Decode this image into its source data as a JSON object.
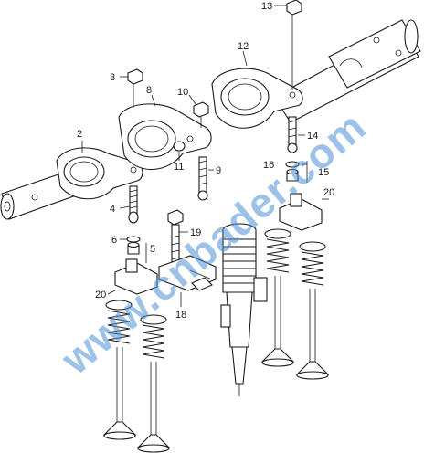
{
  "diagram": {
    "watermark": "www.cnbader.com",
    "callouts": [
      {
        "id": "c2",
        "text": "2"
      },
      {
        "id": "c3",
        "text": "3"
      },
      {
        "id": "c4",
        "text": "4"
      },
      {
        "id": "c5",
        "text": "5"
      },
      {
        "id": "c6",
        "text": "6"
      },
      {
        "id": "c8",
        "text": "8"
      },
      {
        "id": "c9",
        "text": "9"
      },
      {
        "id": "c10",
        "text": "10"
      },
      {
        "id": "c11",
        "text": "11"
      },
      {
        "id": "c12",
        "text": "12"
      },
      {
        "id": "c13",
        "text": "13"
      },
      {
        "id": "c14",
        "text": "14"
      },
      {
        "id": "c15",
        "text": "15"
      },
      {
        "id": "c16",
        "text": "16"
      },
      {
        "id": "c18",
        "text": "18"
      },
      {
        "id": "c19",
        "text": "19"
      },
      {
        "id": "c20a",
        "text": "20"
      },
      {
        "id": "c20b",
        "text": "20"
      }
    ]
  }
}
